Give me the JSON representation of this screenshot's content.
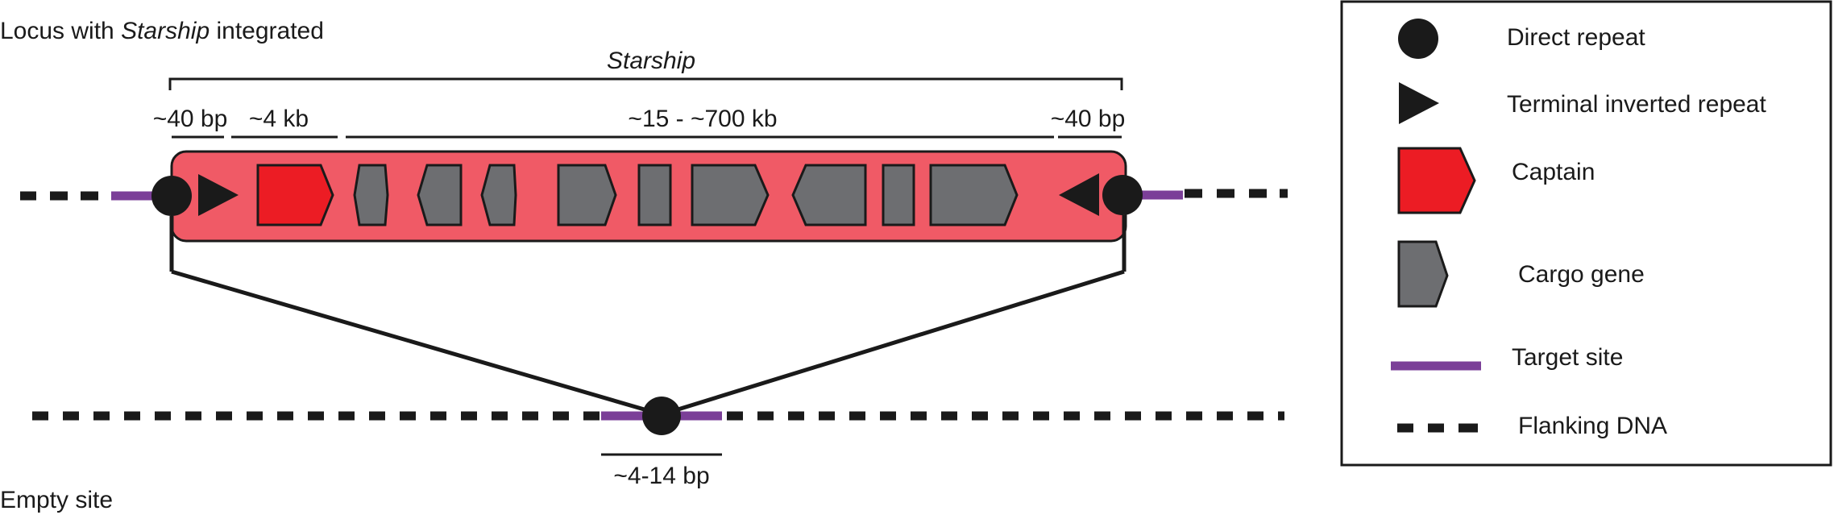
{
  "labels": {
    "top_prefix": "Locus with ",
    "top_italic": "Starship",
    "top_suffix": " integrated",
    "bottom": "Empty site",
    "starship": "Starship",
    "left_bp": "~40 bp",
    "captain_kb": "~4 kb",
    "cargo_range": "~15 - ~700 kb",
    "right_bp": "~40 bp",
    "target_bp": "~4-14 bp"
  },
  "legend": {
    "items": [
      {
        "label": "Direct repeat",
        "icon": "direct-repeat-icon"
      },
      {
        "label": "Terminal inverted repeat",
        "icon": "terminal-inverted-repeat-icon"
      },
      {
        "label": "Captain",
        "icon": "captain-gene-icon"
      },
      {
        "label": "Cargo gene",
        "icon": "cargo-gene-icon"
      },
      {
        "label": "Target site",
        "icon": "target-site-icon"
      },
      {
        "label": "Flanking DNA",
        "icon": "flanking-dna-icon"
      }
    ]
  },
  "colors": {
    "element_fill": "#f05a66",
    "captain": "#ec1c24",
    "cargo": "#6d6e71",
    "target_site": "#7b3f98",
    "ink": "#1a1a1a"
  }
}
